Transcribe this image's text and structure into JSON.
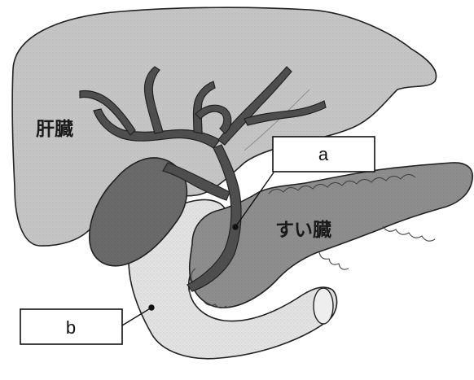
{
  "labels": {
    "liver": "肝臓",
    "pancreas": "すい臓"
  },
  "callouts": {
    "a": "a",
    "b": "b"
  },
  "colors": {
    "liver_fill": "#c6c6c6",
    "pancreas_fill": "#8e8e8e",
    "duodenum_fill": "#e3e3e3",
    "gallbladder_fill": "#6a6a6a",
    "bile_duct_fill": "#4e4e4e",
    "outline": "#222222",
    "box_fill": "#ffffff"
  }
}
